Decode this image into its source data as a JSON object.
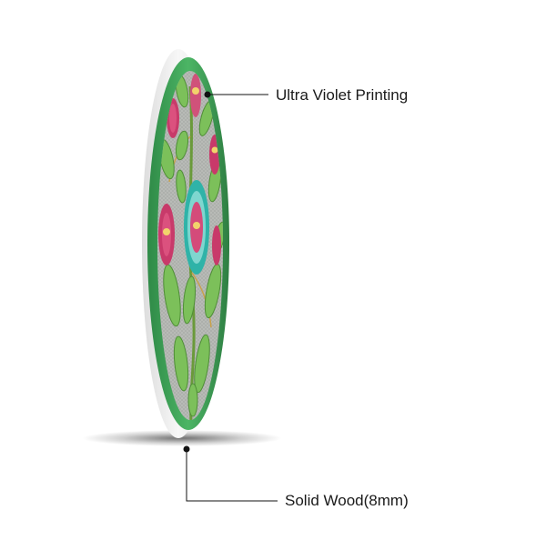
{
  "callouts": {
    "top": {
      "label": "Ultra Violet Printing"
    },
    "bottom": {
      "label": "Solid Wood(8mm)"
    }
  },
  "product": {
    "icon": "embroidered-floral-round-wall-plaque",
    "colors": {
      "background": "#ffffff",
      "rim": "#3fa25a",
      "fabric": "#b9bcb8",
      "leaf": "#7cc05a",
      "flower": "#c83a6a",
      "teal": "#2fb3a8",
      "wood_edge": "#f2f2f2"
    }
  }
}
